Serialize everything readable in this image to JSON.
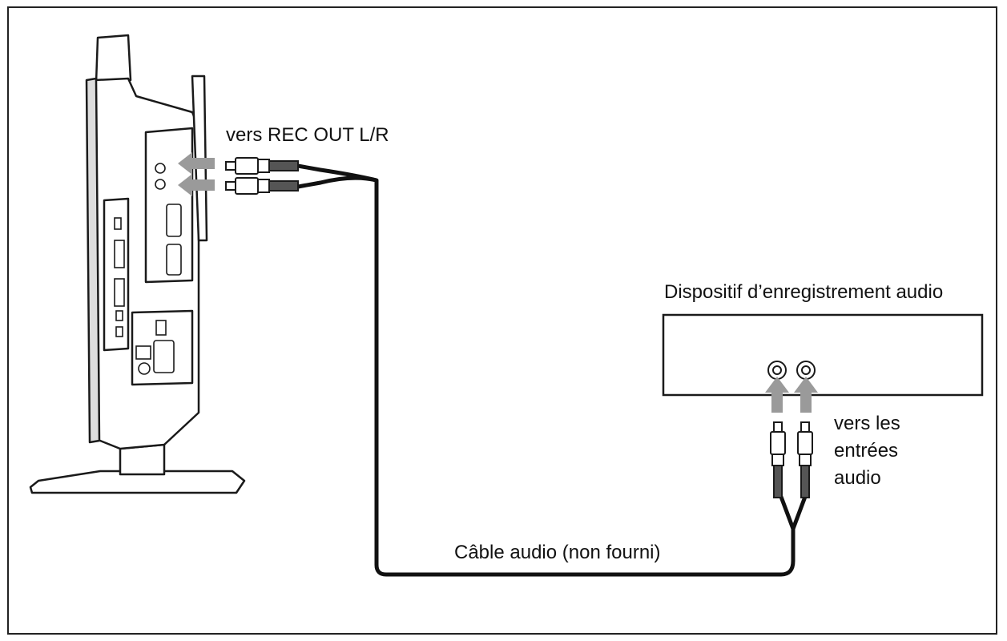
{
  "labels": {
    "rec_out": "vers REC OUT L/R",
    "recording_device": "Dispositif d’enregistrement audio",
    "audio_inputs": "vers les\nentrées\naudio",
    "cable": "Câble audio (non fourni)"
  },
  "colors": {
    "line": "#1a1a1a",
    "arrow": "#9a9a9a",
    "cable": "#111111"
  }
}
